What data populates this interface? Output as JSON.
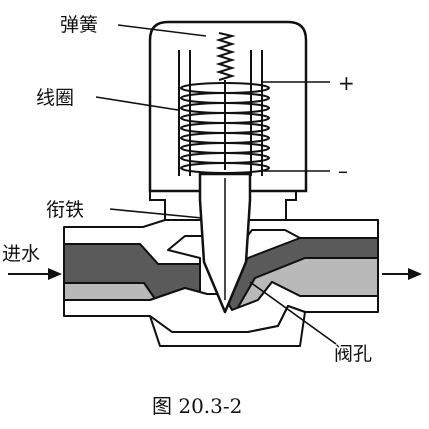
{
  "diagram": {
    "labels": {
      "spring": "弹簧",
      "coil": "线圈",
      "armature": "衔铁",
      "inlet": "进水",
      "valve_hole": "阀孔",
      "plus": "+",
      "minus": "–"
    },
    "caption": "图 20.3-2",
    "colors": {
      "line": "#111111",
      "dark_channel": "#5a5a5a",
      "light_channel": "#b9b9b9",
      "background": "#ffffff"
    }
  }
}
